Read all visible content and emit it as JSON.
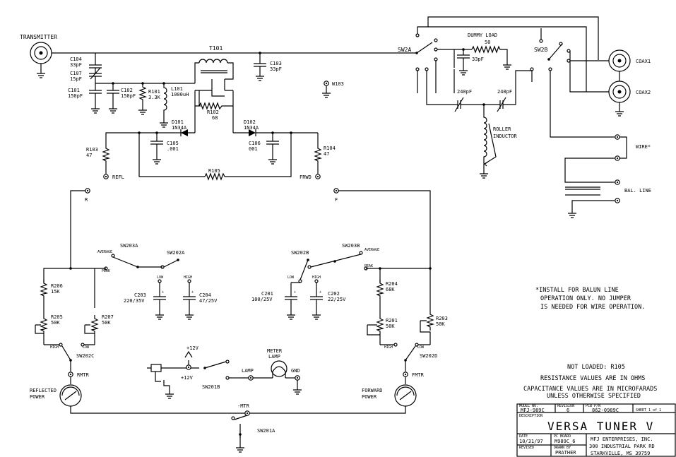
{
  "labels": {
    "transmitter": "TRANSMITTER",
    "c104": "C104",
    "c104v": "33pF",
    "c107": "C107",
    "c107v": "15pF",
    "c101": "C101",
    "c101v": "150pF",
    "c102": "C102",
    "c102v": "150pF",
    "r101": "R101",
    "r101v": "3.3K",
    "l101": "L101",
    "l101v": "1000uH",
    "t101": "T101",
    "c103": "C103",
    "c103v": "33pF",
    "w103": "W103",
    "r102": "R102",
    "r102v": "68",
    "d101": "D101",
    "d101v": "1N34A",
    "d102": "D102",
    "d102v": "1N34A",
    "c105": "C105",
    "c105v": ".001",
    "c106": "C106",
    "c106v": "001",
    "r103": "R103",
    "r103v": "47",
    "r104": "R104",
    "r104v": "47",
    "r105": "R105",
    "refl": "REFL",
    "frwd": "FRWD",
    "r": "R",
    "f": "F",
    "sw2a": "SW2A",
    "sw2b": "SW2B",
    "dummy": "DUMMY LOAD",
    "dummyv": "50",
    "dummyc": "33pF",
    "c240a": "240pF",
    "c240b": "240pF",
    "roller1": "ROLLER",
    "roller2": "INDUCTOR",
    "coax1": "COAX1",
    "coax2": "COAX2",
    "wire": "WIRE*",
    "bal": "BAL. LINE",
    "sw203a": "SW203A",
    "sw202a": "SW202A",
    "sw202b": "SW202B",
    "sw203b": "SW203B",
    "average": "AVERAGE",
    "peak": "PEAK",
    "low": "LOW",
    "high": "HIGH",
    "c203": "C203",
    "c203v": "220/35V",
    "c204": "C204",
    "c204v": "47/25V",
    "c201": "C201",
    "c201v": "100/25V",
    "c202": "C202",
    "c202v": "22/25V",
    "r206": "R206",
    "r206v": "15K",
    "r205": "R205",
    "r205v": "50K",
    "r207": "R207",
    "r207v": "50K",
    "r204": "R204",
    "r204v": "68K",
    "r201": "R201",
    "r201v": "50K",
    "r203": "R203",
    "r203v": "50K",
    "sw202c": "SW202C",
    "sw202d": "SW202D",
    "rmtr": "RMTR",
    "fmtr": "FMTR",
    "refl_power1": "REFLECTED",
    "refl_power2": "POWER",
    "fwd_power1": "FORWARD",
    "fwd_power2": "POWER",
    "p12a": "+12V",
    "p12b": "+12V",
    "sw201b": "SW201B",
    "lamp": "LAMP",
    "meter1": "METER",
    "meter2": "LAMP",
    "gnd": "GND",
    "mtr": "-MTR",
    "sw201a": "SW201A"
  },
  "notes": {
    "install1": "*INSTALL FOR BALUN LINE",
    "install2": "OPERATION ONLY. NO JUMPER",
    "install3": "IS NEEDED FOR WIRE OPERATION.",
    "notloaded": "NOT LOADED: R105",
    "resistance": "RESISTANCE VALUES ARE IN OHMS",
    "cap1": "CAPACITANCE VALUES ARE IN MICROFARADS",
    "cap2": "UNLESS OTHERWISE SPECIFIED"
  },
  "title_block": {
    "model_hdr": "MODEL NO.",
    "model": "MFJ-989C",
    "rev_hdr": "REVISION",
    "rev": "6",
    "pcb_hdr": "PCB P/N",
    "pcb": "862-0989C",
    "sheet": "SHEET 1 of 1",
    "desc_hdr": "DESCRIPTION",
    "desc": "VERSA TUNER V",
    "date_hdr": "DATE",
    "date": "10/31/97",
    "board_hdr": "PC BOARD",
    "board": "M989C_6",
    "revised_hdr": "REVISED",
    "drawn_hdr": "DRAWN BY",
    "drawn": "PRATHER",
    "company1": "MFJ ENTERPRISES, INC.",
    "company2": "300 INDUSTRIAL PARK RD",
    "company3": "STARKVILLE, MS 39759"
  }
}
